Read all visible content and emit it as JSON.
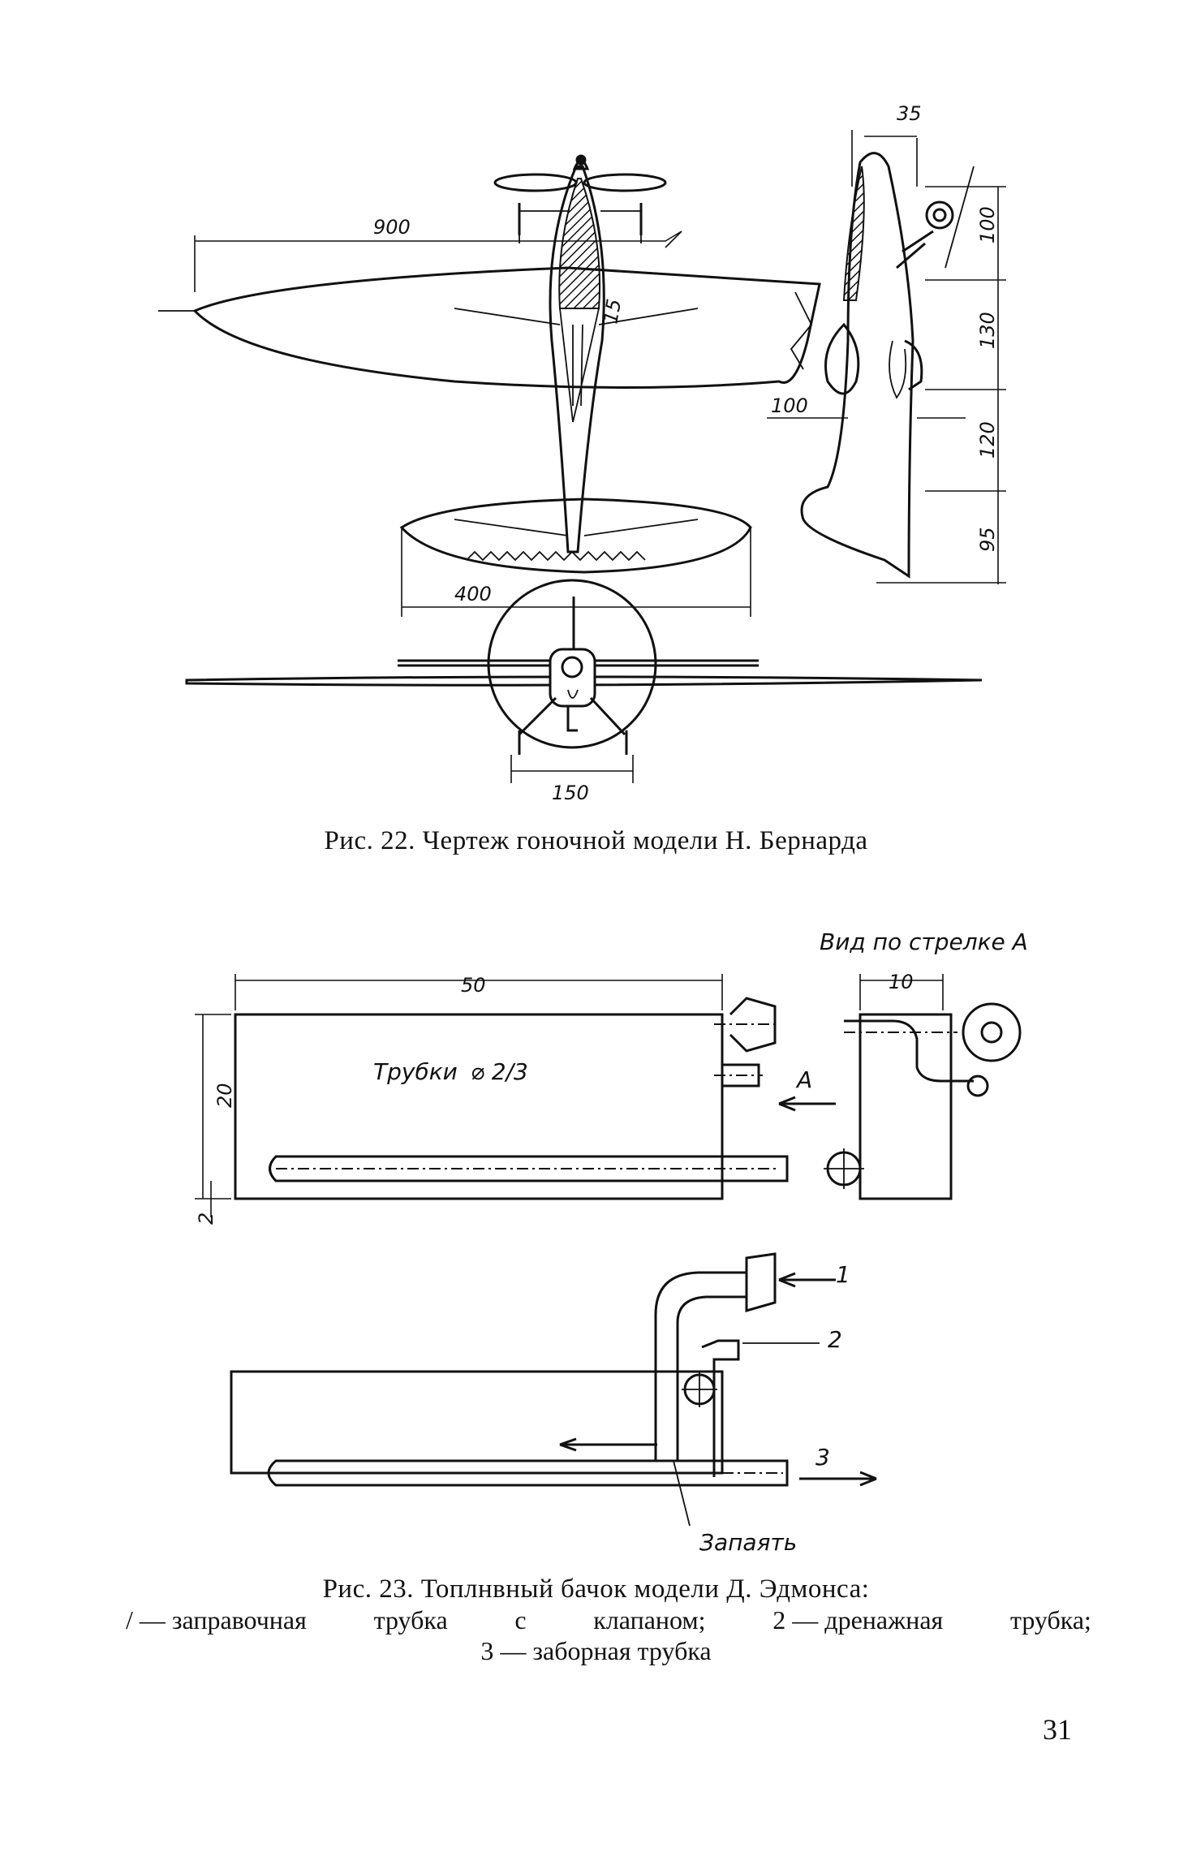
{
  "figure22": {
    "dims": {
      "wingspan": "900",
      "stab_span": "400",
      "gear_track": "150",
      "side_width": "35",
      "side_h1": "100",
      "side_h2": "130",
      "side_h3": "120",
      "side_h4": "95",
      "side_left": "100",
      "nose_angle": "15"
    },
    "caption": "Рис. 22. Чертеж гоночной модели Н. Бернарда"
  },
  "figure23": {
    "view_label": "Вид по стрелке А",
    "tube_label": "Трубки",
    "tube_diameter": "⌀ 2/3",
    "dims": {
      "length": "50",
      "height": "20",
      "gap": "2",
      "view_width": "10"
    },
    "arrow_label": "А",
    "callouts": {
      "c1": "1",
      "c2": "2",
      "c3": "3"
    },
    "solder_label": "Запаять",
    "caption": "Рис. 23. Топлнвный бачок модели Д. Эдмонса:",
    "legend": {
      "item1": "/ — заправочная",
      "item1b": "трубка",
      "item1c": "с",
      "item1d": "клапаном;",
      "item2": "2 — дренажная",
      "item2b": "трубка;",
      "item3": "3 — заборная трубка"
    }
  },
  "page_number": "31"
}
